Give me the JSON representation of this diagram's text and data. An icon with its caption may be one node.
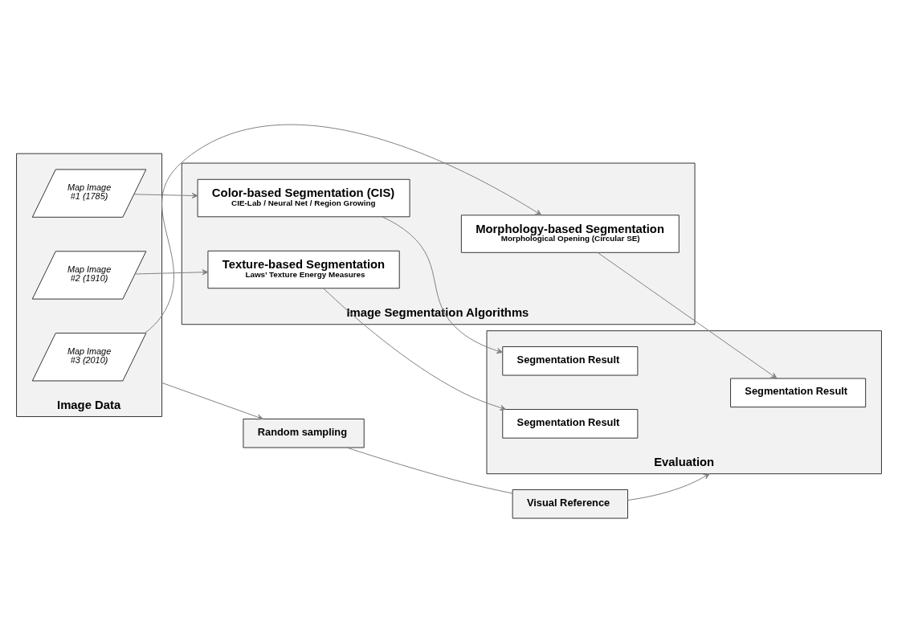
{
  "diagram": {
    "nodes": [
      {
        "text": [
          "Image Data"
        ]
      },
      {
        "text": [
          "Map Image #1 (1785)"
        ],
        "in": 0
      },
      {
        "text": [
          "Map Image #2 (1910)"
        ],
        "in": 0
      },
      {
        "text": [
          "Map Image #3 (2010)"
        ],
        "in": 0
      },
      {
        "text": [
          "Image Segmentation Algorithms"
        ]
      },
      {
        "text": [
          "Color-based Segmentation (CIS)",
          "CIE-Lab / Neural Net / Region Growing"
        ],
        "in": 4
      },
      {
        "text": [
          "Texture-based Segmentation",
          "Laws’ Texture Energy Measures"
        ],
        "in": 4
      },
      {
        "text": [
          "Morphology-based Segmentation",
          "Morphological Opening (Circular SE)"
        ],
        "in": 4
      },
      {
        "text": [
          "Evaluation"
        ]
      },
      {
        "text": [
          "Segmentation Result"
        ],
        "in": 8
      },
      {
        "text": [
          "Segmentation Result"
        ],
        "in": 8
      },
      {
        "text": [
          "Segmentation Result"
        ],
        "in": 8
      },
      {
        "text": [
          "Random sampling"
        ]
      },
      {
        "text": [
          "Visual Reference"
        ]
      }
    ],
    "edges": [
      {
        "from": 1,
        "to": 5,
        "arrow": "to"
      },
      {
        "from": 2,
        "to": 6,
        "arrow": "to"
      },
      {
        "from": 3,
        "to": 7,
        "arrow": "to"
      },
      {
        "from": 5,
        "to": 9,
        "arrow": "to"
      },
      {
        "from": 6,
        "to": 10,
        "arrow": "to"
      },
      {
        "from": 7,
        "to": 11,
        "arrow": "to"
      },
      {
        "from": 0,
        "to": 12,
        "arrow": "to"
      },
      {
        "from": 12,
        "to": 13,
        "arrow": "none"
      },
      {
        "from": 13,
        "to": 8,
        "arrow": "to"
      }
    ]
  }
}
